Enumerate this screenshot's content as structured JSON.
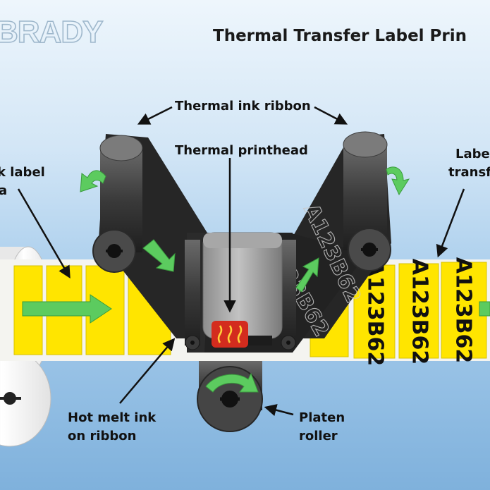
{
  "logo": "BRADY",
  "title": "Thermal Transfer Label Prin",
  "labels": {
    "ribbon": "Thermal ink ribbon",
    "printhead": "Thermal printhead",
    "blank_media_1": "k label",
    "blank_media_2": "a",
    "transferred_1": "Labe",
    "transferred_2": "transf",
    "hot_melt_1": "Hot melt ink",
    "hot_melt_2": "on ribbon",
    "platen_1": "Platen",
    "platen_2": "roller"
  },
  "label_code": "A123B62",
  "colors": {
    "label_yellow": "#ffe500",
    "ribbon_black": "#262626",
    "flow_arrow_green": "#5ccb5f",
    "head_heater_red": "#d32c1e",
    "background_blue": "#a8cdec"
  },
  "icons": [
    "flow-arrow-icon",
    "rotation-arrow-icon",
    "pointer-arrow-icon",
    "heating-element-icon"
  ]
}
